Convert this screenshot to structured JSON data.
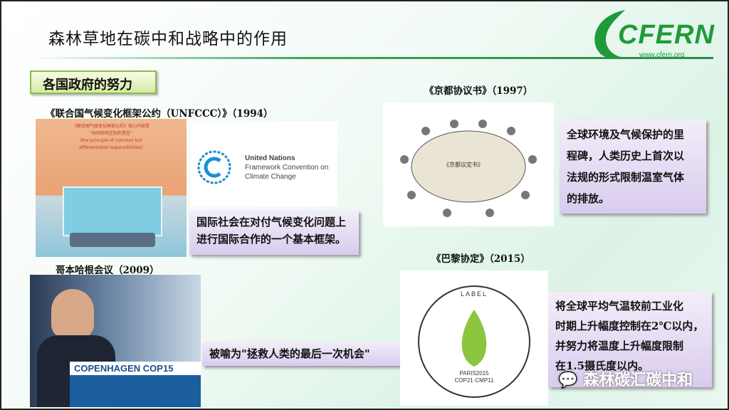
{
  "title": "森林草地在碳中和战略中的作用",
  "logo": {
    "text": "CFERN",
    "url": "www.cfern.org"
  },
  "section_tab": "各国政府的努力",
  "unfccc": {
    "label": "《联合国气候变化框架公约（UNFCCC）》（1994）",
    "poster_lines": [
      "《联合国气候变化框架公约》核心内容是",
      "“共同但有区别的责任”",
      "(the principle of common but",
      "differentiated responsibilities)"
    ],
    "logo_lines": [
      "United Nations",
      "Framework Convention on",
      "Climate Change"
    ],
    "callout_lines": [
      "国际社会在对付气候变化问题上",
      "进行国际合作的一个基本框架。"
    ]
  },
  "kyoto": {
    "label": "《京都协议书》（1997）",
    "table_text": "《京都议定书》",
    "callout_lines": [
      "全球环境及气候保护的里",
      "程碑，人类历史上首次以",
      "法规的形式限制温室气体",
      "的排放。"
    ]
  },
  "copenhagen": {
    "label": "哥本哈根会议（2009）",
    "podium": "COPENHAGEN COP15",
    "callout": "被喻为\"拯救人类的最后一次机会\""
  },
  "paris": {
    "label": "《巴黎协定》（2015）",
    "logo_top": "LABEL",
    "logo_bottom": [
      "PARIS2015",
      "COP21·CMP11"
    ],
    "callout_lines": [
      "将全球平均气温较前工业化",
      "时期上升幅度控制在2℃以内，",
      "并努力将温度上升幅度限制",
      "在1.5摄氏度以内。"
    ]
  },
  "watermark": "森林碳汇碳中和",
  "colors": {
    "accent_green": "#1f9a3a",
    "callout_purple": "#d9cbee",
    "un_blue": "#1a8fd0"
  }
}
